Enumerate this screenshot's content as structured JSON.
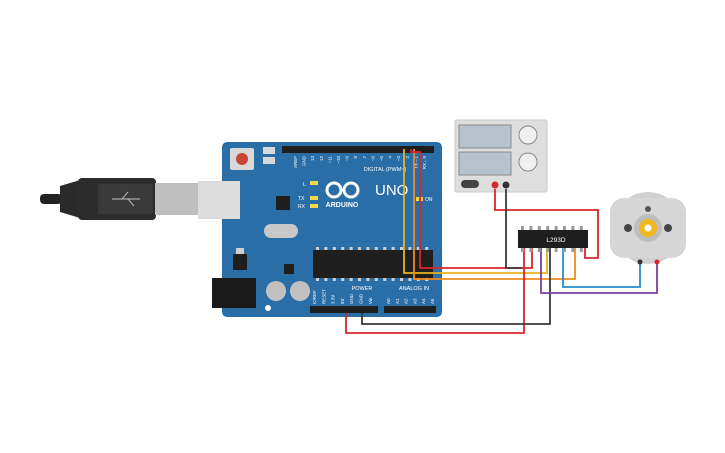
{
  "board": {
    "brand": "ARDUINO",
    "model": "UNO",
    "on_label": "ON",
    "l_label": "L",
    "tx_label": "TX",
    "rx_label": "RX",
    "digital_header": "DIGITAL (PWM~)",
    "analog_header": "ANALOG IN",
    "power_header": "POWER",
    "digital_pins": [
      "AREF",
      "GND",
      "13",
      "12",
      "~11",
      "~10",
      "~9",
      "8",
      "7",
      "~6",
      "~5",
      "4",
      "~3",
      "2",
      "TX→1",
      "RX←0"
    ],
    "power_pins": [
      "IOREF",
      "RESET",
      "3.3V",
      "5V",
      "GND",
      "GND",
      "Vin"
    ],
    "analog_pins": [
      "A0",
      "A1",
      "A2",
      "A3",
      "A4",
      "A5"
    ]
  },
  "driver_ic": {
    "label": "L293D"
  },
  "power_supply": {
    "icon": "dual-display-power-supply"
  },
  "motor": {
    "icon": "dc-motor"
  },
  "usb_cable": {
    "icon": "usb-b-cable"
  },
  "colors": {
    "board": "#2a6ea8",
    "red_wire": "#d9262a",
    "black_wire": "#3a3a3a",
    "yellow_wire": "#e8b21c",
    "orange_wire": "#f08a1a",
    "blue_wire": "#2a8fd0",
    "purple_wire": "#7b3fa0"
  }
}
